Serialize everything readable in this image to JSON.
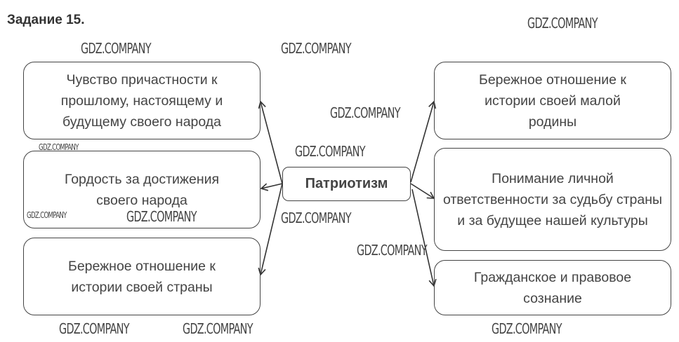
{
  "title": "Задание 15.",
  "center": "Патриотизм",
  "left_boxes": [
    "Чувство причастности к прошлому, настоящему и будущему своего народа",
    "Гордость за достижения своего народа",
    "Бережное отношение к истории своей страны"
  ],
  "right_boxes": [
    "Бережное отношение к истории своей малой родины",
    "Понимание личной ответственности за судьбу страны и за будущее нашей культуры",
    "Гражданское и правовое сознание"
  ],
  "watermark": "GDZ.COMPANY"
}
